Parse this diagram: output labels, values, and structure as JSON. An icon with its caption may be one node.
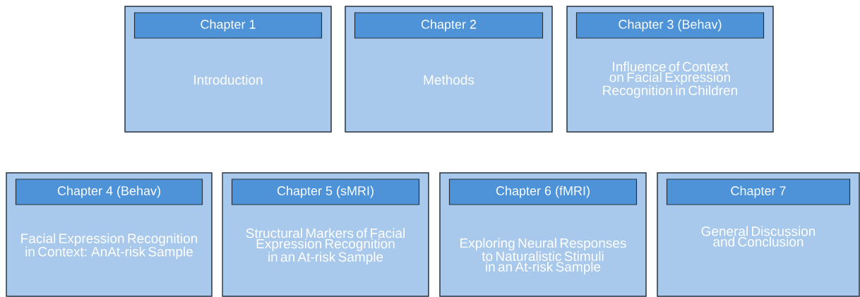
{
  "diagram": {
    "nodes": [
      {
        "text": [
          "Introduction"
        ]
      },
      {
        "text": [
          "Chapter 1"
        ],
        "in": 0
      },
      {
        "text": [
          "Methods"
        ]
      },
      {
        "text": [
          "Chapter 2"
        ],
        "in": 2
      },
      {
        "text": [
          "Influence of Context on Facial Expression Recognition in Children"
        ]
      },
      {
        "text": [
          "Chapter 3 (Behav)"
        ],
        "in": 4
      },
      {
        "text": [
          "Facial Expression Recognition in Context: AnAt-risk Sample"
        ]
      },
      {
        "text": [
          "Chapter 4 (Behav)"
        ],
        "in": 6
      },
      {
        "text": [
          "Structural Markers of Facial Expression Recognition in an At-risk Sample"
        ]
      },
      {
        "text": [
          "Chapter 5 (sMRI)"
        ],
        "in": 8
      },
      {
        "text": [
          "Exploring Neural Responses to Naturalistic Stimuli in an At-risk Sample"
        ]
      },
      {
        "text": [
          "Chapter 6 (fMRI)"
        ],
        "in": 10
      },
      {
        "text": [
          "General Discussion and Conclusion"
        ]
      },
      {
        "text": [
          "Chapter 7"
        ],
        "in": 12
      }
    ],
    "edges": []
  }
}
